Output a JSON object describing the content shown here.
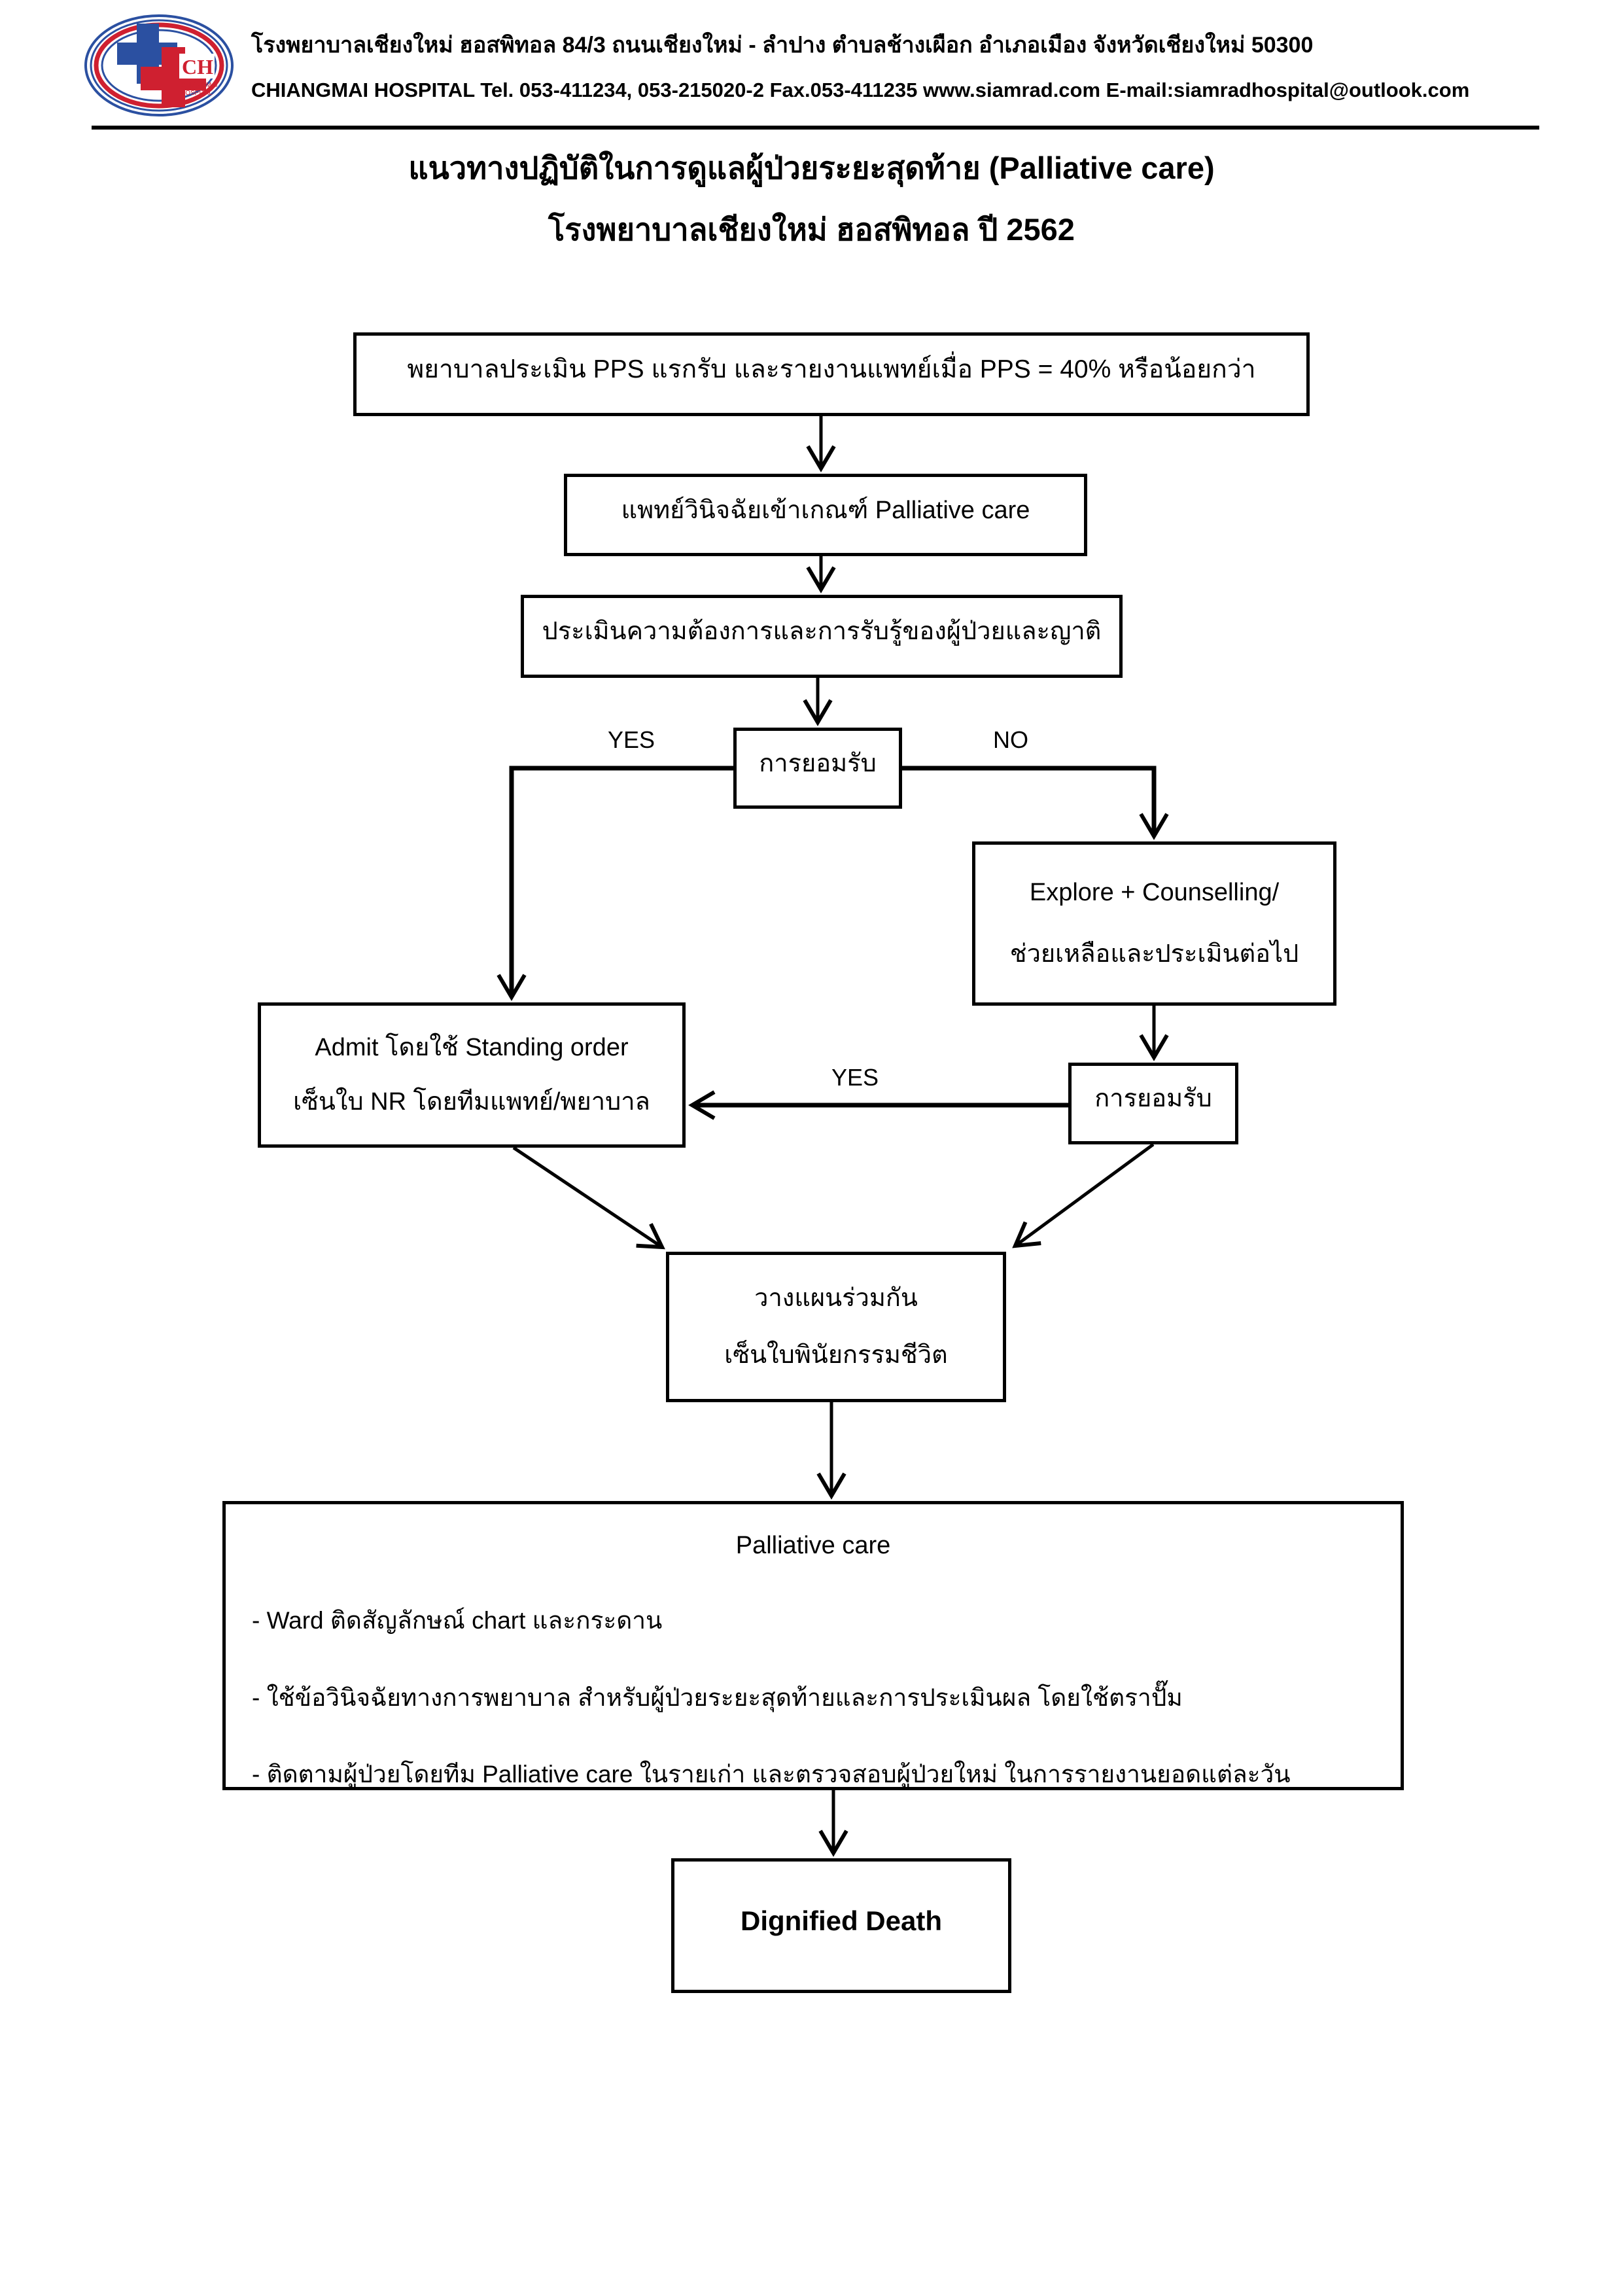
{
  "header": {
    "logo": {
      "ch_text": "CH",
      "small_line1": "CHIANGMAI",
      "small_line2": "HOSPITAL"
    },
    "address_line": "โรงพยาบาลเชียงใหม่ ฮอสพิทอล  84/3 ถนนเชียงใหม่ - ลำปาง ตำบลช้างเผือก อำเภอเมือง จังหวัดเชียงใหม่ 50300",
    "contact_line": "CHIANGMAI HOSPITAL Tel. 053-411234, 053-215020-2 Fax.053-411235   www.siamrad.com  E-mail:siamradhospital@outlook.com"
  },
  "title": {
    "line1": "แนวทางปฏิบัติในการดูแลผู้ป่วยระยะสุดท้าย (Palliative care)",
    "line2": "โรงพยาบาลเชียงใหม่ ฮอสพิทอล ปี 2562"
  },
  "flowchart": {
    "box_pps": "พยาบาลประเมิน PPS แรกรับ และรายงานแพทย์เมื่อ PPS = 40% หรือน้อยกว่า",
    "box_diagnose": "แพทย์วินิจฉัยเข้าเกณฑ์ Palliative care",
    "box_assess": "ประเมินความต้องการและการรับรู้ของผู้ป่วยและญาติ",
    "decision_accept1": "การยอมรับ",
    "label_yes1": "YES",
    "label_no": "NO",
    "box_explore_line1": "Explore + Counselling/",
    "box_explore_line2": "ช่วยเหลือและประเมินต่อไป",
    "box_admit_line1": "Admit โดยใช้ Standing order",
    "box_admit_line2": "เซ็นใบ NR โดยทีมแพทย์/พยาบาล",
    "decision_accept2": "การยอมรับ",
    "label_yes2": "YES",
    "box_plan_line1": "วางแผนร่วมกัน",
    "box_plan_line2": "เซ็นใบพินัยกรรมชีวิต",
    "palliative": {
      "title": "Palliative care",
      "bullets": [
        "- Ward ติดสัญลักษณ์ chart และกระดาน",
        "- ใช้ข้อวินิจฉัยทางการพยาบาล สำหรับผู้ป่วยระยะสุดท้ายและการประเมินผล โดยใช้ตราปั๊ม",
        "- ติดตามผู้ป่วยโดยทีม Palliative care ในรายเก่า และตรวจสอบผู้ป่วยใหม่ ในการรายงานยอดแต่ละวัน"
      ]
    },
    "box_dignified": "Dignified Death"
  },
  "colors": {
    "logo_blue": "#2b50a1",
    "logo_red": "#cf2030",
    "line_black": "#000000"
  }
}
